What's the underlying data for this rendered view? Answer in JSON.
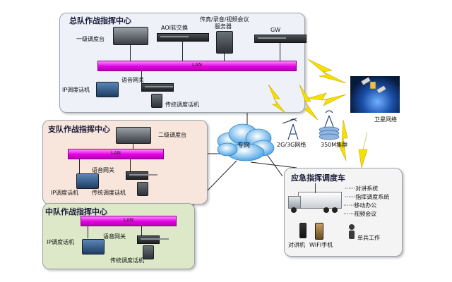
{
  "hq": {
    "title": "总队作战指挥中心",
    "console": "一级调度台",
    "aoi": "AOI软交换",
    "fax_line1": "传真/录音/视频会议",
    "fax_line2": "服务器",
    "gw": "GW",
    "lan": "LAN",
    "voice_gw": "语音网关",
    "ip_phone": "IP调度话机",
    "trad_phone": "传统调度话机"
  },
  "branch": {
    "title": "支队作战指挥中心",
    "console": "二级调度台",
    "lan": "LAN",
    "voice_gw": "语音网关",
    "ip_phone": "IP调度话机",
    "trad_phone": "传统调度话机"
  },
  "squad": {
    "title": "中队作战指挥中心",
    "lan": "LAN",
    "voice_gw": "语音网关",
    "ip_phone": "IP调度话机",
    "trad_phone": "传统调度话机"
  },
  "cloud": "专网",
  "network_2g3g": "2G/3G网络",
  "network_350m": "350M集群",
  "satellite": "卫星网络",
  "vehicle": {
    "title": "应急指挥调度车",
    "systems": [
      "对讲系统",
      "指挥调度系统",
      "移动办公",
      "视频会议"
    ],
    "walkie": "对讲机",
    "wifi_phone": "WIFI手机",
    "soldier": "单兵工作"
  },
  "colors": {
    "lan_magenta": "#e000e0",
    "lightning_yellow": "#f5e000",
    "hq_bg": "#eef1f8",
    "branch_bg": "#f8e6dc",
    "squad_bg": "#dce8c8",
    "vehicle_bg": "#f4f4f4"
  }
}
